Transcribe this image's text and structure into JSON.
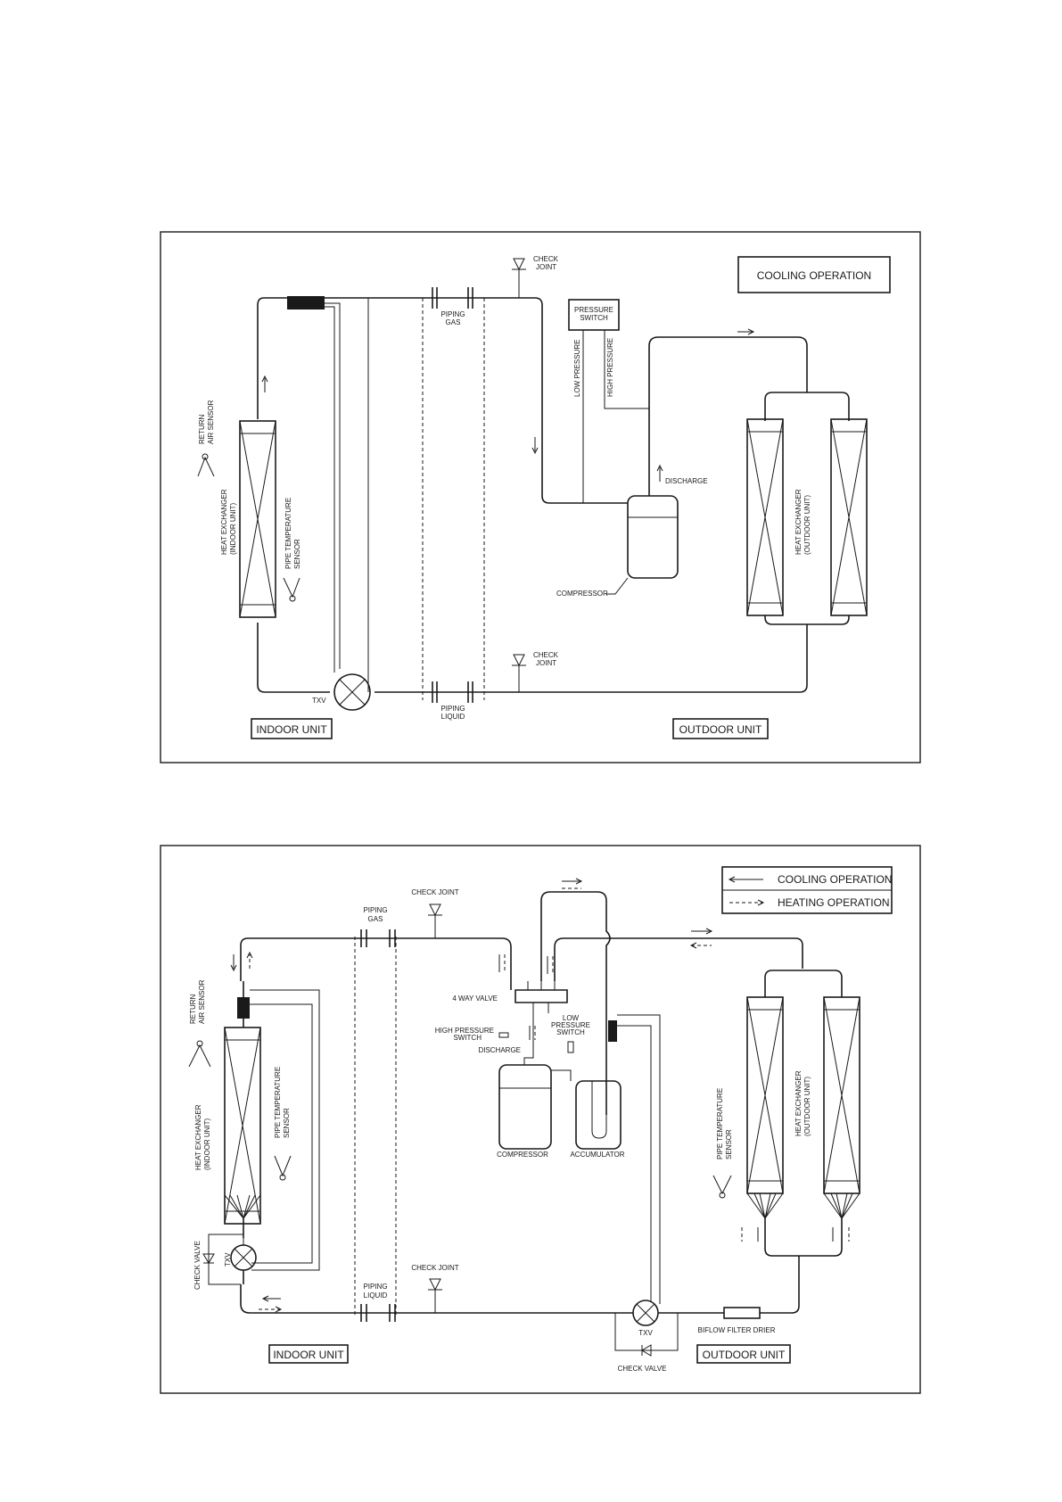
{
  "diagram1": {
    "title_box": "COOLING OPERATION",
    "indoor_unit": "INDOOR UNIT",
    "outdoor_unit": "OUTDOOR UNIT",
    "check_joint_top_line1": "CHECK",
    "check_joint_top_line2": "JOINT",
    "check_joint_bottom_line1": "CHECK",
    "check_joint_bottom_line2": "JOINT",
    "piping_gas_line1": "PIPING",
    "piping_gas_line2": "GAS",
    "piping_liquid_line1": "PIPING",
    "piping_liquid_line2": "LIQUID",
    "pressure_switch_line1": "PRESSURE",
    "pressure_switch_line2": "SWITCH",
    "low_pressure": "LOW PRESSURE",
    "high_pressure": "HIGH PRESSURE",
    "discharge": "DISCHARGE",
    "compressor": "COMPRESSOR",
    "return_air_line1": "RETURN",
    "return_air_line2": "AIR SENSOR",
    "indoor_hx_line1": "HEAT EXCHANGER",
    "indoor_hx_line2": "(INDOOR UNIT)",
    "pipe_temp_line1": "PIPE TEMPERATURE",
    "pipe_temp_line2": "SENSOR",
    "outdoor_hx_line1": "HEAT EXCHANGER",
    "outdoor_hx_line2": "(OUTDOOR UNIT)",
    "txv": "TXV"
  },
  "diagram2": {
    "legend_cooling": "COOLING OPERATION",
    "legend_heating": "HEATING OPERATION",
    "indoor_unit": "INDOOR UNIT",
    "outdoor_unit": "OUTDOOR UNIT",
    "check_joint_top": "CHECK JOINT",
    "check_joint_bottom": "CHECK JOINT",
    "piping_gas_line1": "PIPING",
    "piping_gas_line2": "GAS",
    "piping_liquid_line1": "PIPING",
    "piping_liquid_line2": "LIQUID",
    "four_way_valve": "4 WAY VALVE",
    "high_pressure_line1": "HIGH PRESSURE",
    "high_pressure_line2": "SWITCH",
    "low_pressure_line1": "LOW",
    "low_pressure_line2": "PRESSURE",
    "low_pressure_line3": "SWITCH",
    "discharge": "DISCHARGE",
    "compressor": "COMPRESSOR",
    "accumulator": "ACCUMULATOR",
    "return_air_line1": "RETURN",
    "return_air_line2": "AIR SENSOR",
    "indoor_hx_line1": "HEAT EXCHANGER",
    "indoor_hx_line2": "(INDOOR UNIT)",
    "pipe_temp_in_line1": "PIPE TEMPERATURE",
    "pipe_temp_in_line2": "SENSOR",
    "pipe_temp_out_line1": "PIPE TEMPERATURE",
    "pipe_temp_out_line2": "SENSOR",
    "outdoor_hx_line1": "HEAT EXCHANGER",
    "outdoor_hx_line2": "(OUTDOOR UNIT)",
    "check_valve_left": "CHECK VALVE",
    "check_valve_bottom": "CHECK VALVE",
    "txv_left": "TXV",
    "txv_right": "TXV",
    "biflow": "BIFLOW  FILTER DRIER"
  }
}
